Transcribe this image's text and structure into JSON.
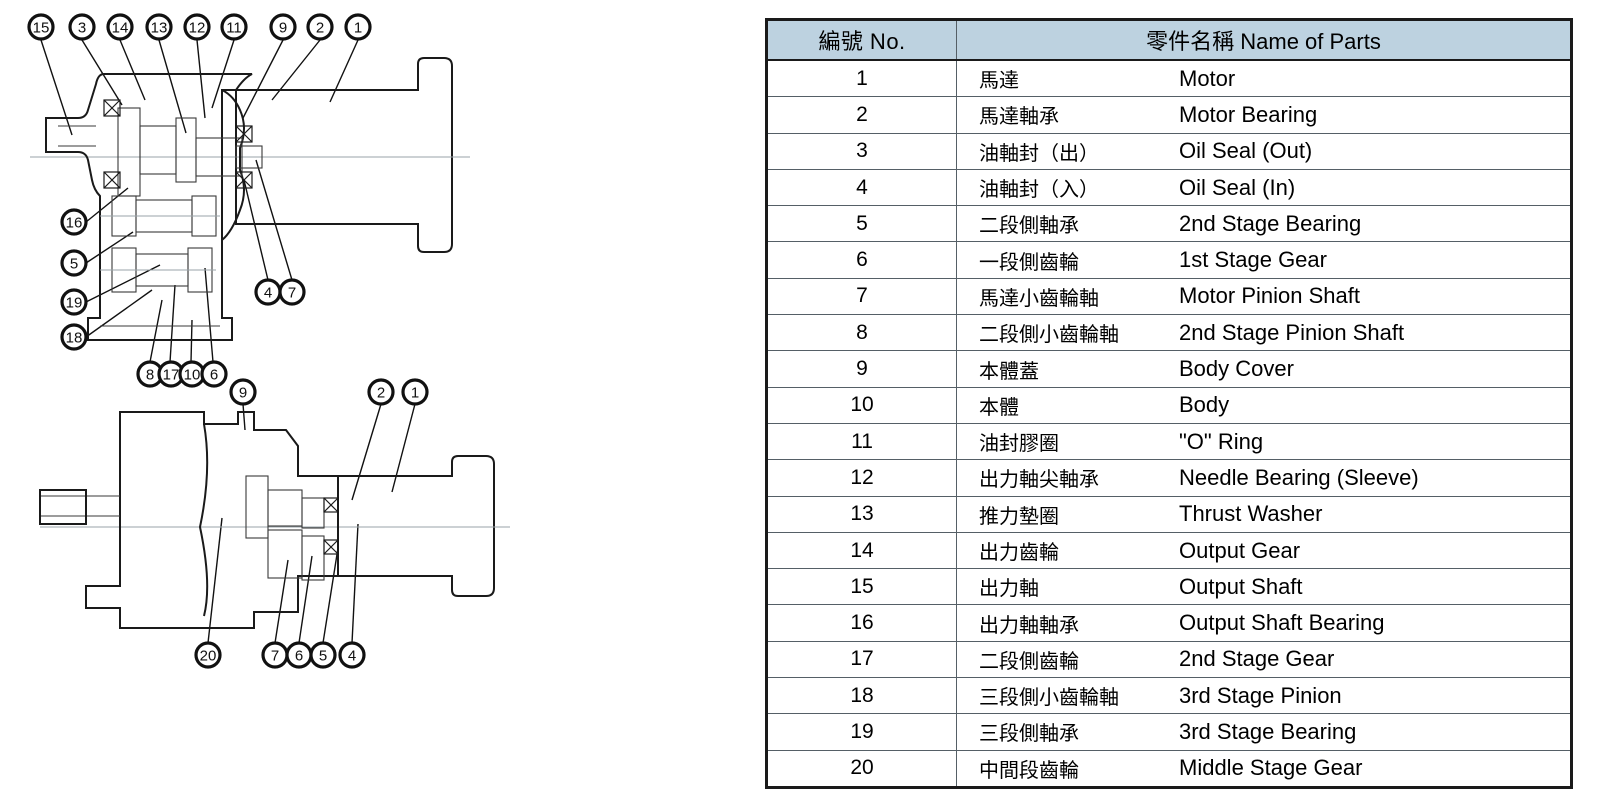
{
  "table": {
    "header": {
      "no": "編號 No.",
      "name": "零件名稱 Name of Parts"
    },
    "rows": [
      {
        "no": "1",
        "zh": "馬達",
        "en": "Motor"
      },
      {
        "no": "2",
        "zh": "馬達軸承",
        "en": "Motor Bearing"
      },
      {
        "no": "3",
        "zh": "油軸封（出）",
        "en": "Oil Seal (Out)"
      },
      {
        "no": "4",
        "zh": "油軸封（入）",
        "en": "Oil Seal (In)"
      },
      {
        "no": "5",
        "zh": "二段側軸承",
        "en": "2nd Stage Bearing"
      },
      {
        "no": "6",
        "zh": "一段側齒輪",
        "en": "1st Stage Gear"
      },
      {
        "no": "7",
        "zh": "馬達小齒輪軸",
        "en": "Motor Pinion Shaft"
      },
      {
        "no": "8",
        "zh": "二段側小齒輪軸",
        "en": "2nd Stage Pinion Shaft"
      },
      {
        "no": "9",
        "zh": "本體蓋",
        "en": "Body Cover"
      },
      {
        "no": "10",
        "zh": "本體",
        "en": "Body"
      },
      {
        "no": "11",
        "zh": "油封膠圈",
        "en": "\"O\" Ring"
      },
      {
        "no": "12",
        "zh": "出力軸尖軸承",
        "en": "Needle Bearing (Sleeve)"
      },
      {
        "no": "13",
        "zh": "推力墊圈",
        "en": "Thrust Washer"
      },
      {
        "no": "14",
        "zh": "出力齒輪",
        "en": "Output Gear"
      },
      {
        "no": "15",
        "zh": "出力軸",
        "en": "Output Shaft"
      },
      {
        "no": "16",
        "zh": "出力軸軸承",
        "en": "Output Shaft Bearing"
      },
      {
        "no": "17",
        "zh": "二段側齒輪",
        "en": "2nd Stage Gear"
      },
      {
        "no": "18",
        "zh": "三段側小齒輪軸",
        "en": "3rd Stage Pinion"
      },
      {
        "no": "19",
        "zh": "三段側軸承",
        "en": "3rd Stage Bearing"
      },
      {
        "no": "20",
        "zh": "中間段齒輪",
        "en": "Middle Stage Gear"
      }
    ]
  },
  "colors": {
    "header_fill": "#bdd2e0",
    "grid_line": "#555f66",
    "outer_border": "#1a1a1a",
    "drawing_line": "#1a1a1a",
    "center_line": "#9aa3a8",
    "text": "#000000"
  },
  "drawing": {
    "view_top": {
      "label": "gearbox-motor-cross-section-side-view",
      "callouts_top": [
        "15",
        "3",
        "14",
        "13",
        "12",
        "11",
        "9",
        "2",
        "1"
      ],
      "callouts_left": [
        "16",
        "5",
        "19",
        "18"
      ],
      "callouts_bottom": [
        "8",
        "17",
        "10",
        "6"
      ],
      "callouts_right": [
        "4",
        "7"
      ]
    },
    "view_bottom": {
      "label": "gearbox-motor-cross-section-front-view",
      "callouts_top": [
        "9",
        "2",
        "1"
      ],
      "callouts_bottom": [
        "20",
        "7",
        "6",
        "5",
        "4"
      ]
    }
  }
}
